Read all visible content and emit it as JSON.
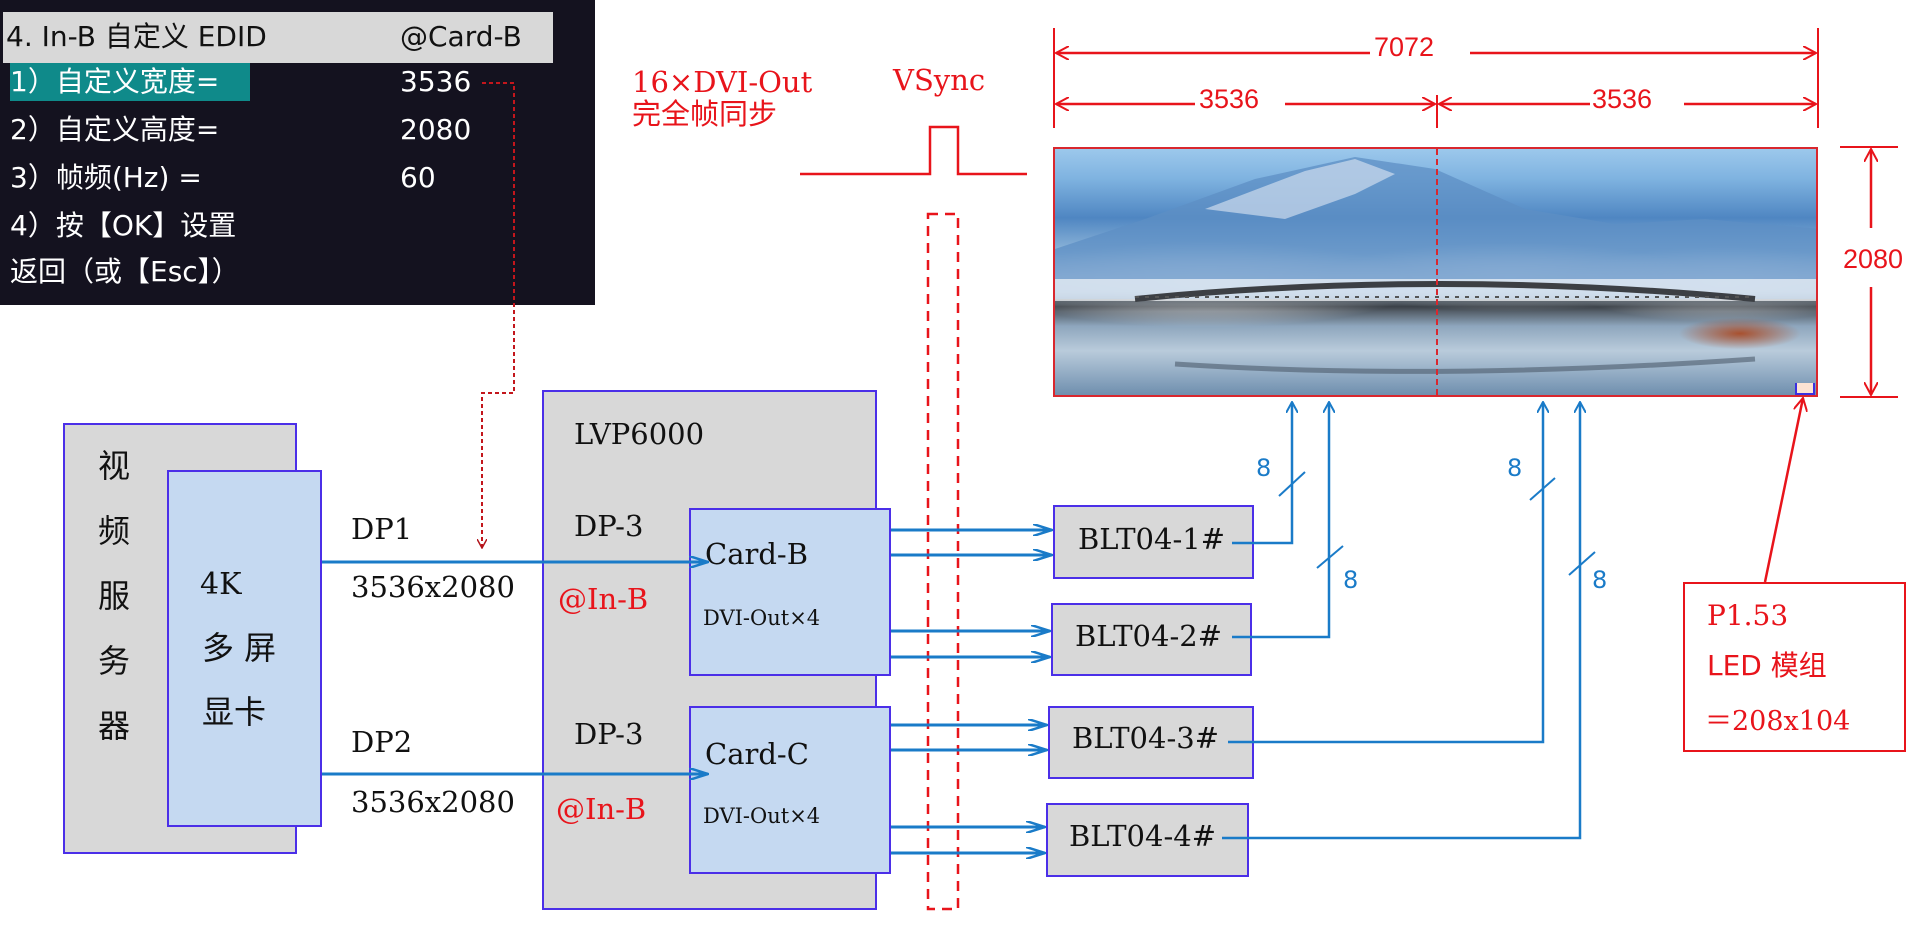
{
  "osd_menu": {
    "header": {
      "title": "4.  In-B  自定义 EDID",
      "target": "@Card-B"
    },
    "items": [
      {
        "label": "1）自定义宽度=",
        "value": "3536",
        "selected": true
      },
      {
        "label": "2）自定义高度=",
        "value": "2080",
        "selected": false
      },
      {
        "label": "3）帧频(Hz) =",
        "value": "60",
        "selected": false
      },
      {
        "label": "4）按【OK】设置",
        "value": "",
        "selected": false
      },
      {
        "label": "返回（或【Esc】）",
        "value": "",
        "selected": false
      }
    ],
    "colors": {
      "background": "#14121f",
      "header": "#d8d8d8",
      "highlight": "#0f8a8a"
    }
  },
  "sync_note": {
    "line1": "16×DVI-Out",
    "line2": "完全帧同步",
    "vsync_label": "VSync"
  },
  "video_server": {
    "title_chars": [
      "视",
      "频",
      "服",
      "务",
      "器"
    ],
    "gpu_card": {
      "line1": "4K",
      "line2": "多 屏",
      "line3": "显卡"
    }
  },
  "dp_links": [
    {
      "name": "DP1",
      "resolution": "3536x2080"
    },
    {
      "name": "DP2",
      "resolution": "3536x2080"
    }
  ],
  "processor": {
    "name": "LVP6000",
    "cards": [
      {
        "port": "DP-3",
        "input": "@In-B",
        "card": "Card-B",
        "outputs": "DVI-Out×4"
      },
      {
        "port": "DP-3",
        "input": "@In-B",
        "card": "Card-C",
        "outputs": "DVI-Out×4"
      }
    ]
  },
  "receivers": [
    {
      "label": "BLT04-1#",
      "bus_width": "8"
    },
    {
      "label": "BLT04-2#",
      "bus_width": "8"
    },
    {
      "label": "BLT04-3#",
      "bus_width": "8"
    },
    {
      "label": "BLT04-4#",
      "bus_width": "8"
    }
  ],
  "led_wall": {
    "total_width": "7072",
    "half_widths": [
      "3536",
      "3536"
    ],
    "height": "2080"
  },
  "module_note": {
    "line1": "P1.53",
    "line2": "LED 模组",
    "line3": "＝208x104"
  },
  "colors": {
    "dimension_red": "#e8141b",
    "wire_blue": "#1a7bc8",
    "box_border": "#4b2fe8"
  }
}
